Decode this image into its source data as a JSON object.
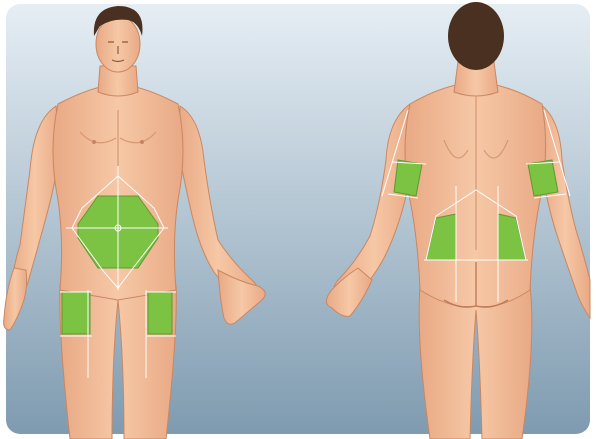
{
  "figure": {
    "views": [
      {
        "view": "front",
        "zones": [
          {
            "id": "abdomen"
          },
          {
            "id": "left-thigh"
          },
          {
            "id": "right-thigh"
          }
        ]
      },
      {
        "view": "back",
        "zones": [
          {
            "id": "left-upper-arm"
          },
          {
            "id": "right-upper-arm"
          },
          {
            "id": "left-lower-back"
          },
          {
            "id": "right-lower-back"
          }
        ]
      }
    ],
    "colors": {
      "background_top": "#e6eef4",
      "background_bottom": "#7f9bb0",
      "skin": "#f2bd98",
      "skin_shadow": "#dd9a72",
      "hair": "#4a3020",
      "zone_fill": "#7cc243",
      "zone_stroke": "#5e9a2e",
      "guide_line": "#ffffff"
    }
  }
}
